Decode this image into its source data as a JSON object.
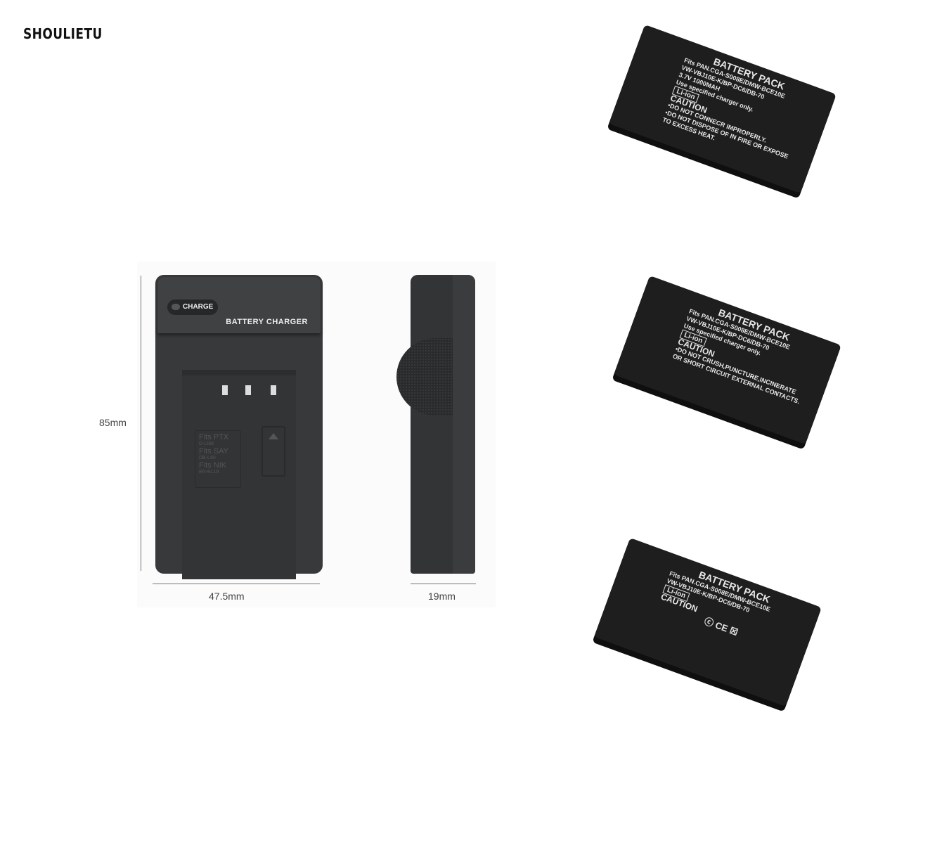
{
  "brand": "SHOULIETU",
  "charger": {
    "charge_button": "CHARGE",
    "label": "BATTERY CHARGER",
    "fits": [
      "Fits PTX",
      "D-LI88",
      "Fits SAY",
      "DB-L80",
      "Fits NIK",
      "EN-EL19"
    ]
  },
  "dimensions": {
    "height": "85mm",
    "width": "47.5mm",
    "depth": "19mm"
  },
  "battery": {
    "title": "BATTERY PACK",
    "fits": "Fits PAN.CGA-S008E/DMW-BCE10E",
    "models": "VW-VBJ10E-K/BP-DC6/DB-70",
    "voltage": "3.7V",
    "capacity": "1000MAH",
    "charger_note": "Use specified charger only.",
    "chem": "Li-ion",
    "caution": "CAUTION",
    "warn1": "•DO NOT CONNECR IMPROPERLY.",
    "warn2": "•DO NOT DISPOSE OF IN FIRE OR EXPOSE",
    "warn3": "TO EXCESS HEAT.",
    "warn4": "•DO NOT CRUSH,PUNCTURE,INCINERATE",
    "warn5": "OR SHORT CIRCUIT EXTERNAL CONTACTS.",
    "marks": "ⓒ CE ☒"
  }
}
